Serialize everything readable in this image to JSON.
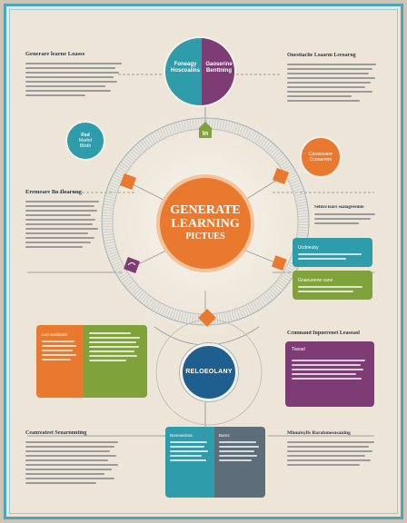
{
  "center": {
    "line1": "GENERATE",
    "line2": "LEARNING",
    "line3": "PICTUES"
  },
  "top_left_heading": "Generare learne Loasss",
  "top_right_heading": "Onestiaclie Lsaarm Leeoarng",
  "mid_left_heading": "Eremeare Bo Ilearnng",
  "mid_right_heading": "Sehtre lears soalagreemte",
  "teal_card_title": "Ucdrieuby",
  "bottom_right_heading": "Ccmmand Inpuerenet Leasoasl",
  "purple_card_title": "Tiavad",
  "bottom_left_heading": "Ceanreateet Seuarnnnting",
  "bottom_right2_heading": "Mhnuisylls Rorabmeeasaning",
  "top_circle": {
    "left": "Foneagy Hoscoalins",
    "right": "Gaoserine Benttning"
  },
  "teal_small_circle": {
    "line1": "Rsd",
    "line2": "Marhd",
    "line3": "Blisth"
  },
  "orange_small_circle": {
    "line1": "Carassuare",
    "line2": "Ccosarrem"
  },
  "blue_circle": "RELOEOLANY",
  "badge": "In",
  "orange_card_title": "Lucnuallabdal",
  "green_card_title": "Gnaeueene cane",
  "bottom_card": {
    "left": "Boreoaslcas",
    "right": "Bams"
  },
  "colors": {
    "teal": "#2f9cab",
    "purple": "#7d3c73",
    "orange": "#e8792f",
    "green": "#7fa23a",
    "blue": "#1f5f8f",
    "navy": "#2b3a4a",
    "slate": "#5d6e7a"
  }
}
